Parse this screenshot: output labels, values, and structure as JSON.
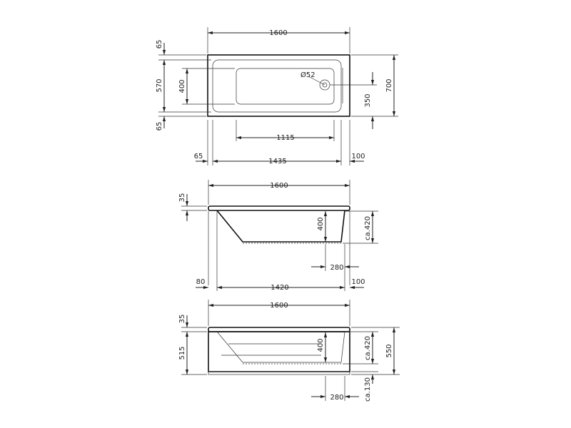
{
  "top_view": {
    "overall_length": "1600",
    "rim_top": "65",
    "inner_width": "570",
    "inner_sub_width": "400",
    "rim_bottom": "65",
    "overall_width": "700",
    "drain_offset": "350",
    "drain_diameter": "Ø52",
    "floor_length": "1115",
    "left_rim": "65",
    "inner_length": "1435",
    "right_rim": "100"
  },
  "side_view": {
    "overall_length": "1600",
    "rim_thickness": "35",
    "depth": "400",
    "depth_approx": "ca.420",
    "drain_offset": "280",
    "left_rim": "80",
    "inner_length": "1420",
    "right_rim": "100"
  },
  "front_view": {
    "overall_length": "1600",
    "rim_thickness": "35",
    "height_to_panel": "515",
    "depth": "400",
    "depth_approx": "ca.420",
    "overall_height": "550",
    "drain_offset": "280",
    "foot_clearance": "ca.130"
  },
  "colors": {
    "line": "#222222",
    "background": "#ffffff"
  }
}
